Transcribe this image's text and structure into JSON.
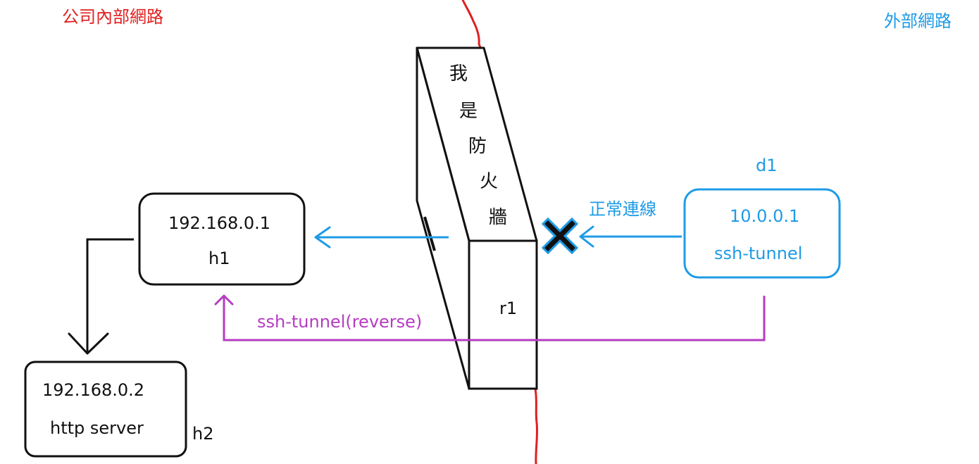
{
  "regions": {
    "internal_label": "公司內部網路",
    "external_label": "外部網路"
  },
  "firewall": {
    "chars": [
      "我",
      "是",
      "防",
      "火",
      "牆"
    ],
    "router_label": "r1"
  },
  "h1": {
    "ip": "192.168.0.1",
    "name": "h1"
  },
  "h2": {
    "ip": "192.168.0.2",
    "service": "http server",
    "name": "h2"
  },
  "d1": {
    "name": "d1",
    "ip": "10.0.0.1",
    "service": "ssh-tunnel"
  },
  "connections": {
    "normal_label": "正常連線",
    "reverse_label": "ssh-tunnel(reverse)"
  },
  "colors": {
    "boundary": "#e02020",
    "external": "#1e9be6",
    "tunnel": "#b53cc2",
    "internal": "#111111"
  }
}
